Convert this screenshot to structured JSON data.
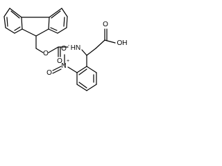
{
  "molecule": {
    "labels": {
      "nh": "HN",
      "o_carbamate_ring": "O",
      "o_carbamate_carbonyl": "O",
      "o_acid_carbonyl": "O",
      "oh": "OH",
      "n_nitro": "N",
      "o_nitro_single": "O",
      "o_nitro_double": "O",
      "plus": "+",
      "minus": "-"
    }
  }
}
